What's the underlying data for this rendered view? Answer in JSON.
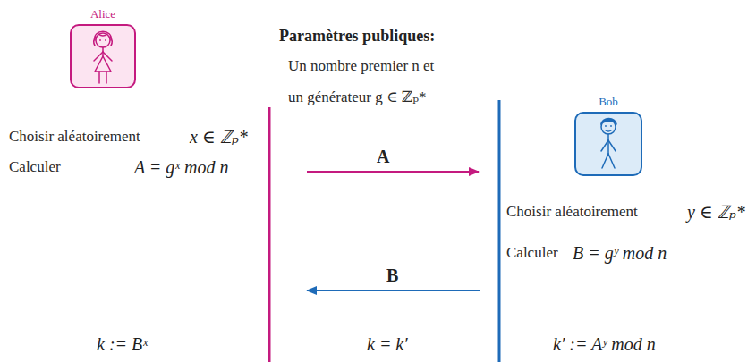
{
  "diagram": {
    "title": "Paramètres publiques:",
    "nodes": [
      {
        "text": [
          "Alice"
        ]
      },
      {
        "text": [
          "Bob"
        ]
      }
    ],
    "labels": [
      "Un nombre premier n et un générateur g ∈ ℤₚ*",
      "Choisir aléatoirement",
      "x ∈ ℤₚ*",
      "Calculer",
      "A = gˣ mod n",
      "A",
      "Choisir aléatoirement",
      "y ∈ ℤₚ*",
      "Calculer",
      "B = gʸ mod n",
      "B",
      "k := Bˣ",
      "k = k′",
      "k′ := Aʸ mod n"
    ]
  }
}
